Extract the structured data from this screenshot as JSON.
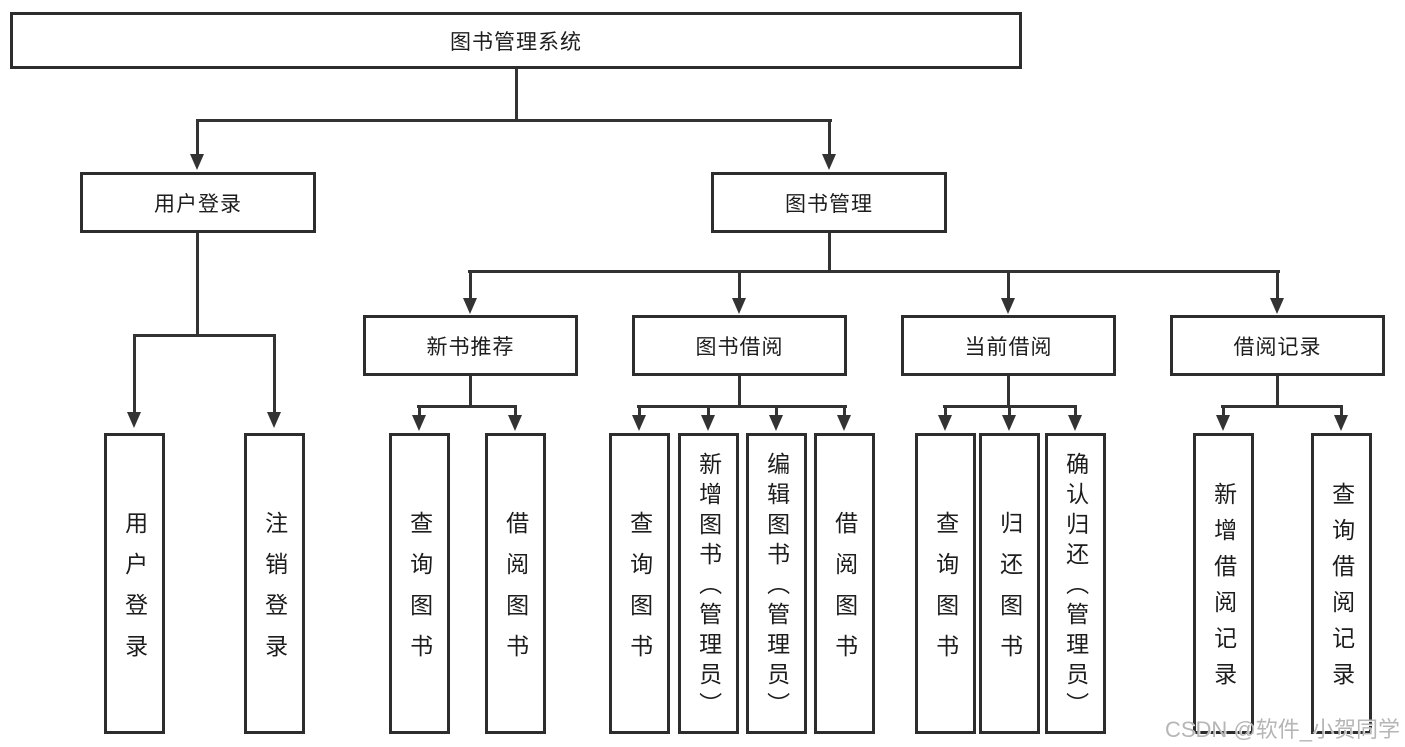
{
  "diagram": {
    "root": {
      "label": "图书管理系统"
    },
    "branches": {
      "user": {
        "label": "用户登录",
        "children": [
          "用户登录",
          "注销登录"
        ]
      },
      "book": {
        "label": "图书管理",
        "sections": [
          {
            "label": "新书推荐",
            "children": [
              "查询图书",
              "借阅图书"
            ]
          },
          {
            "label": "图书借阅",
            "children": [
              "查询图书",
              "新增图书（管理员）",
              "编辑图书（管理员）",
              "借阅图书"
            ]
          },
          {
            "label": "当前借阅",
            "children": [
              "查询图书",
              "归还图书",
              "确认归还（管理员）"
            ]
          },
          {
            "label": "借阅记录",
            "children": [
              "新增借阅记录",
              "查询借阅记录"
            ]
          }
        ]
      }
    }
  },
  "watermark": {
    "text": "CSDN @软件_小贺同学"
  },
  "colors": {
    "line": "#333333",
    "border": "#2d2d2d",
    "text": "#1d1d1d",
    "watermark": "#b6b6b6",
    "background": "#ffffff"
  }
}
